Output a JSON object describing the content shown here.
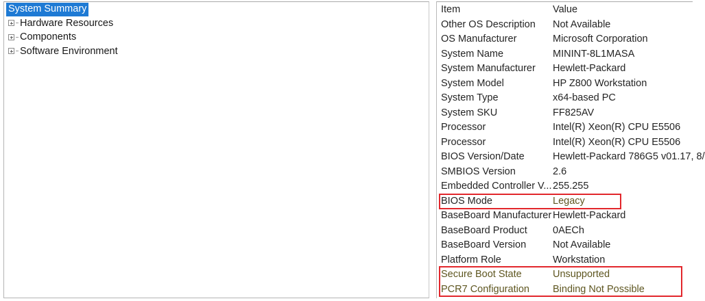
{
  "tree": {
    "selected_item": "System Summary",
    "items": [
      {
        "label": "System Summary",
        "expandable": false,
        "selected": true
      },
      {
        "label": "Hardware Resources",
        "expandable": true,
        "selected": false
      },
      {
        "label": "Components",
        "expandable": true,
        "selected": false
      },
      {
        "label": "Software Environment",
        "expandable": true,
        "selected": false
      }
    ]
  },
  "details": {
    "columns": {
      "item": "Item",
      "value": "Value"
    },
    "rows": [
      {
        "item": "Item",
        "value": "Value",
        "header": true
      },
      {
        "item": "Other OS Description",
        "value": "Not Available"
      },
      {
        "item": "OS Manufacturer",
        "value": "Microsoft Corporation"
      },
      {
        "item": "System Name",
        "value": "MININT-8L1MASA"
      },
      {
        "item": "System Manufacturer",
        "value": "Hewlett-Packard"
      },
      {
        "item": "System Model",
        "value": "HP Z800 Workstation"
      },
      {
        "item": "System Type",
        "value": "x64-based PC"
      },
      {
        "item": "System SKU",
        "value": "FF825AV"
      },
      {
        "item": "Processor",
        "value": "Intel(R) Xeon(R) CPU          E5506"
      },
      {
        "item": "Processor",
        "value": "Intel(R) Xeon(R) CPU          E5506"
      },
      {
        "item": "BIOS Version/Date",
        "value": "Hewlett-Packard 786G5 v01.17, 8/"
      },
      {
        "item": "SMBIOS Version",
        "value": "2.6"
      },
      {
        "item": "Embedded Controller V...",
        "value": "255.255"
      },
      {
        "item": "BIOS Mode",
        "value": "Legacy",
        "highlight": "value"
      },
      {
        "item": "BaseBoard Manufacturer",
        "value": "Hewlett-Packard"
      },
      {
        "item": "BaseBoard Product",
        "value": "0AECh"
      },
      {
        "item": "BaseBoard Version",
        "value": "Not Available"
      },
      {
        "item": "Platform Role",
        "value": "Workstation"
      },
      {
        "item": "Secure Boot State",
        "value": "Unsupported",
        "highlight": "row"
      },
      {
        "item": "PCR7 Configuration",
        "value": "Binding Not Possible",
        "highlight": "row"
      }
    ]
  },
  "annotations": {
    "boxes": [
      {
        "name": "bios-mode-highlight",
        "target": "BIOS Mode"
      },
      {
        "name": "secure-boot-highlight",
        "target": "Secure Boot State / PCR7 Configuration"
      }
    ],
    "box_color": "#e2262b"
  },
  "colors": {
    "selection_blue": "#1e7ad4",
    "highlight_red": "#e2262b",
    "flagged_text": "#5e5620",
    "text": "#242424",
    "background": "#ffffff"
  }
}
